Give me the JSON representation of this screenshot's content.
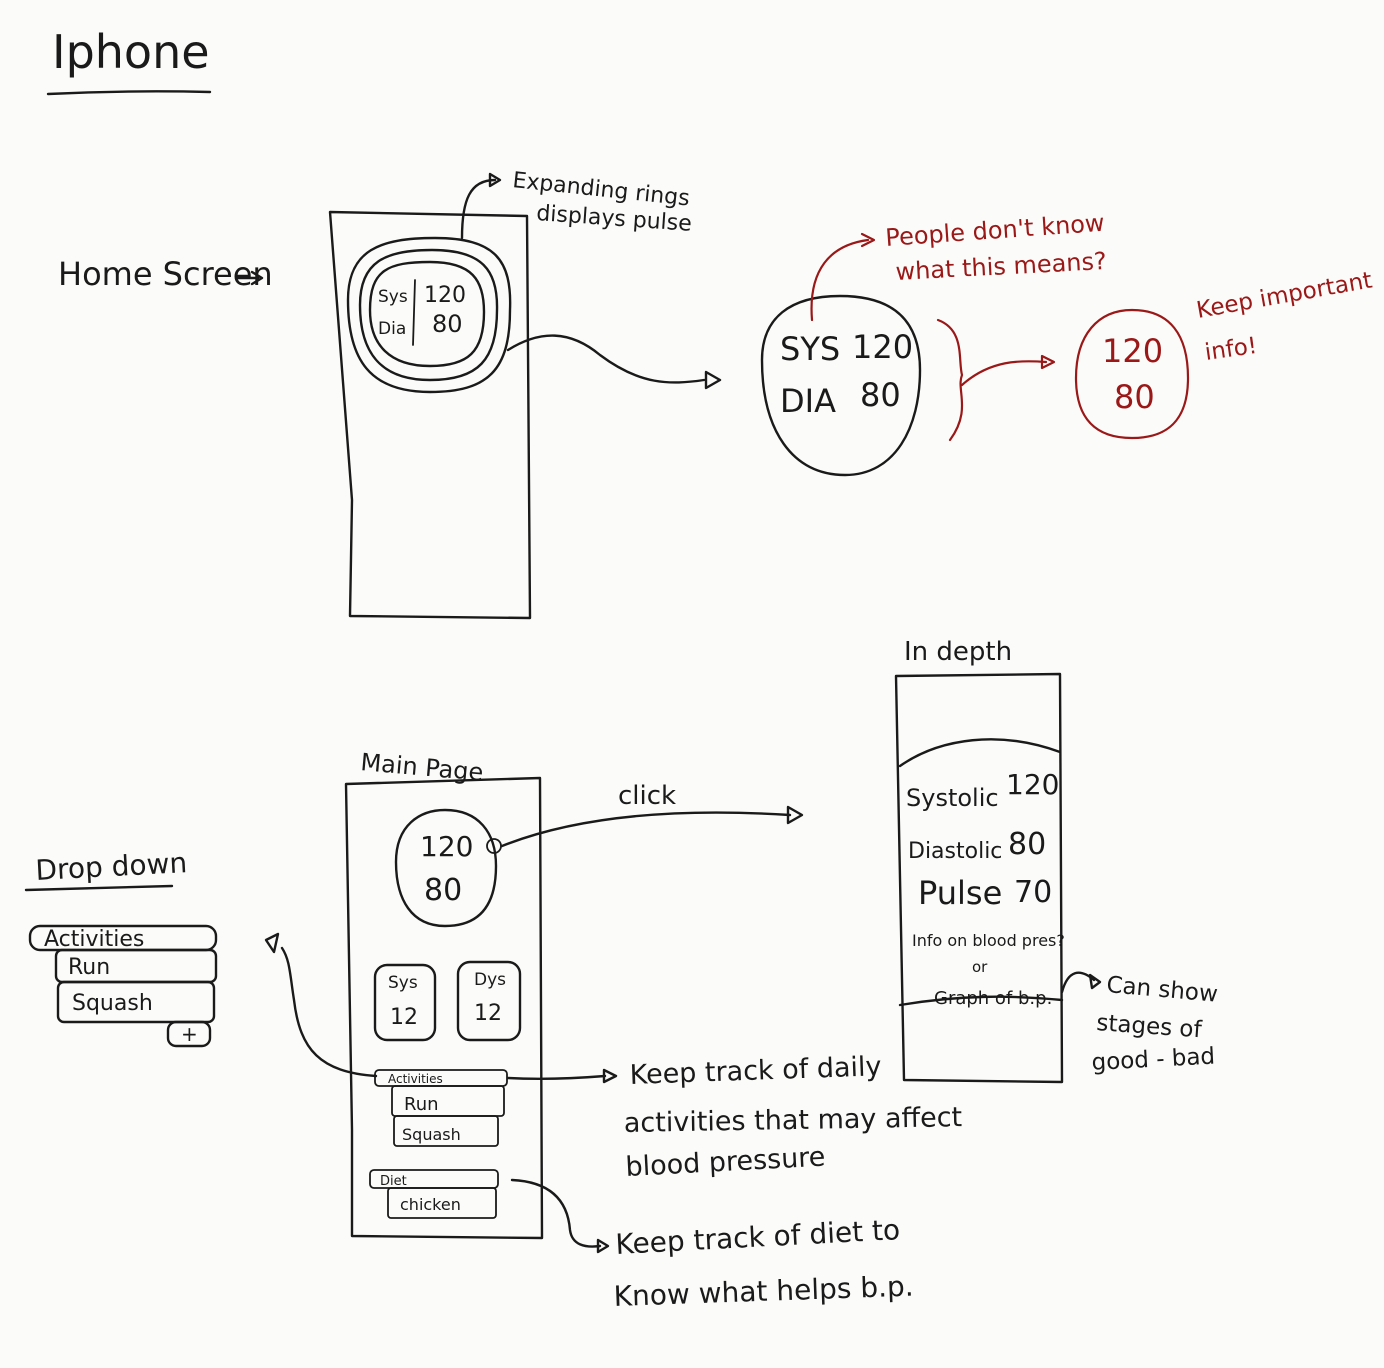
{
  "title": "Iphone",
  "home": {
    "label": "Home Screen",
    "sys_label": "Sys",
    "sys_value": "120",
    "dia_label": "Dia",
    "dia_value": "80",
    "note_line1": "Expanding rings",
    "note_line2": "displays pulse"
  },
  "zoom": {
    "sys_label": "SYS",
    "sys_value": "120",
    "dia_label": "DIA",
    "dia_value": "80"
  },
  "feedback": {
    "question_line1": "People don't know",
    "question_line2": "what this means?",
    "simple_sys": "120",
    "simple_dia": "80",
    "keep_line1": "Keep important",
    "keep_line2": "info!"
  },
  "main_page": {
    "title": "Main Page",
    "circle_top": "120",
    "circle_bottom": "80",
    "sys_label": "Sys",
    "sys_value": "12",
    "dys_label": "Dys",
    "dys_value": "12",
    "activities_header": "Activities",
    "activities": [
      "Run",
      "Squash"
    ],
    "diet_header": "Diet",
    "diet_item": "chicken"
  },
  "click_label": "click",
  "in_depth": {
    "title": "In depth",
    "systolic_label": "Systolic",
    "systolic_value": "120",
    "diastolic_label": "Diastolic",
    "diastolic_value": "80",
    "pulse_label": "Pulse",
    "pulse_value": "70",
    "info": "Info on blood pres?",
    "or": "or",
    "graph": "Graph of b.p.",
    "stages_line1": "Can show",
    "stages_line2": "stages of",
    "stages_line3": "good - bad"
  },
  "dropdown": {
    "title": "Drop down",
    "header": "Activities",
    "items": [
      "Run",
      "Squash"
    ],
    "add": "+"
  },
  "activities_note": {
    "line1": "Keep track of daily",
    "line2": "activities that may affect",
    "line3": "blood pressure"
  },
  "diet_note": {
    "line1": "Keep track of diet to",
    "line2": "Know what helps b.p."
  }
}
